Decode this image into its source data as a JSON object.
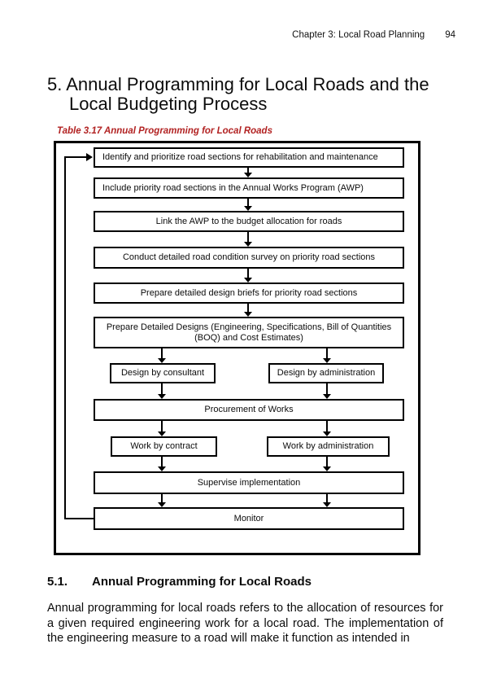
{
  "header": {
    "chapter_title": "Chapter 3: Local Road Planning",
    "page_number": "94"
  },
  "heading": {
    "text": "5. Annual Programming for Local Roads and the Local Budgeting Process"
  },
  "figure": {
    "caption": "Table 3.17 Annual Programming for Local Roads",
    "caption_color": "#b22222",
    "line_color": "#000000",
    "nodes": [
      {
        "label": "Identify and prioritize road sections for rehabilitation and maintenance"
      },
      {
        "label": "Include priority road sections in the Annual Works Program (AWP)"
      },
      {
        "label": "Link the AWP to the budget allocation for roads"
      },
      {
        "label": "Conduct detailed road condition survey on priority road sections"
      },
      {
        "label": "Prepare detailed design briefs for priority road sections"
      },
      {
        "label": "Prepare Detailed Designs (Engineering, Specifications, Bill of Quantities (BOQ) and Cost Estimates)"
      },
      {
        "label": "Design by consultant"
      },
      {
        "label": "Design by administration"
      },
      {
        "label": "Procurement of Works"
      },
      {
        "label": "Work by contract"
      },
      {
        "label": "Work by administration"
      },
      {
        "label": "Supervise implementation"
      },
      {
        "label": "Monitor"
      }
    ]
  },
  "section": {
    "number": "5.1.",
    "title": "Annual Programming for Local Roads"
  },
  "paragraph": "Annual programming for local roads refers to the allocation of resources for a given required engineering work for a local road. The implementation of the engineering measure to a road will make it function as intended in"
}
